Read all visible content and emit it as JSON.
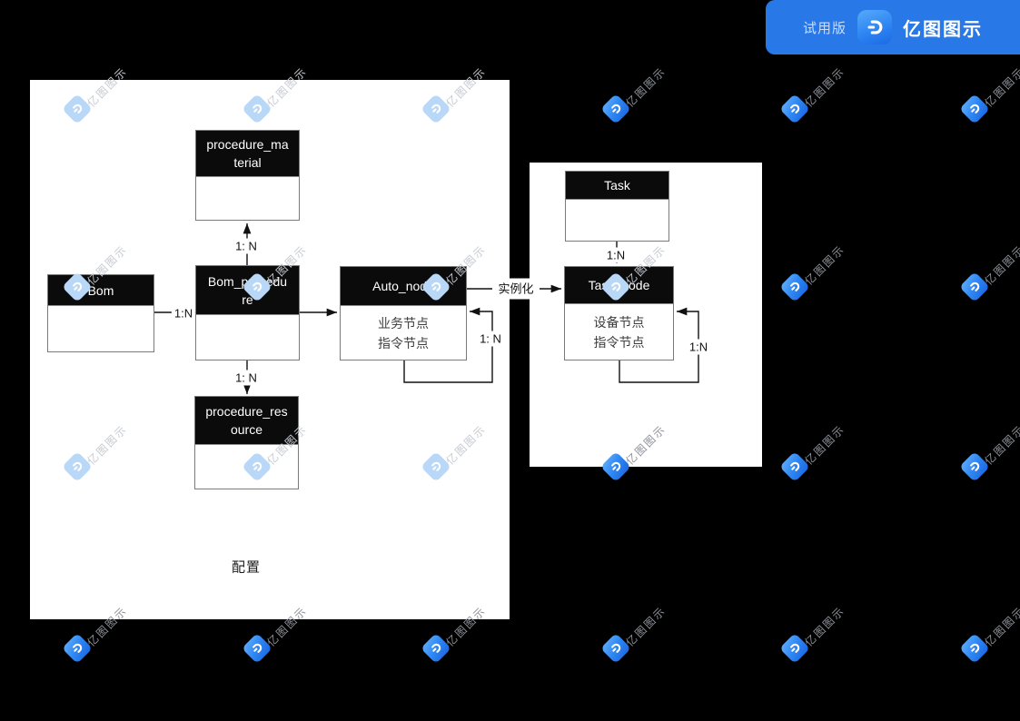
{
  "banner": {
    "trial_label": "试用版",
    "brand": "亿图图示",
    "background_color": "#2878E8",
    "logo_icon": "edraw-logo"
  },
  "watermark": {
    "text": "亿图图示",
    "bright_color": "#2E86F3",
    "light_color": "#B9D8F8"
  },
  "panels": {
    "config_caption": "配置"
  },
  "entities": [
    {
      "id": "procedure_material",
      "title": "procedure_ma\nterial",
      "body": ""
    },
    {
      "id": "bom",
      "title": "Bom",
      "body": ""
    },
    {
      "id": "bom_procedure",
      "title": "Bom_procedu\nre",
      "body": ""
    },
    {
      "id": "procedure_resource",
      "title": "procedure_res\nource",
      "body": ""
    },
    {
      "id": "auto_node",
      "title": "Auto_node",
      "body": "业务节点\n指令节点"
    },
    {
      "id": "task",
      "title": "Task",
      "body": ""
    },
    {
      "id": "task_node",
      "title": "Task_node",
      "body": "设备节点\n指令节点"
    }
  ],
  "edge_labels": {
    "bom_bomprocedure": "1:N",
    "bomprocedure_material": "1: N",
    "bomprocedure_resource": "1: N",
    "autonode_tasknode": "实例化",
    "task_tasknode": "1:N",
    "autonode_self": "1: N",
    "tasknode_self": "1:N"
  },
  "style": {
    "page_background": "#000000",
    "entity_header_background": "#0B0B0B",
    "entity_border": "#7A7A7A",
    "connector_color": "#111111"
  }
}
